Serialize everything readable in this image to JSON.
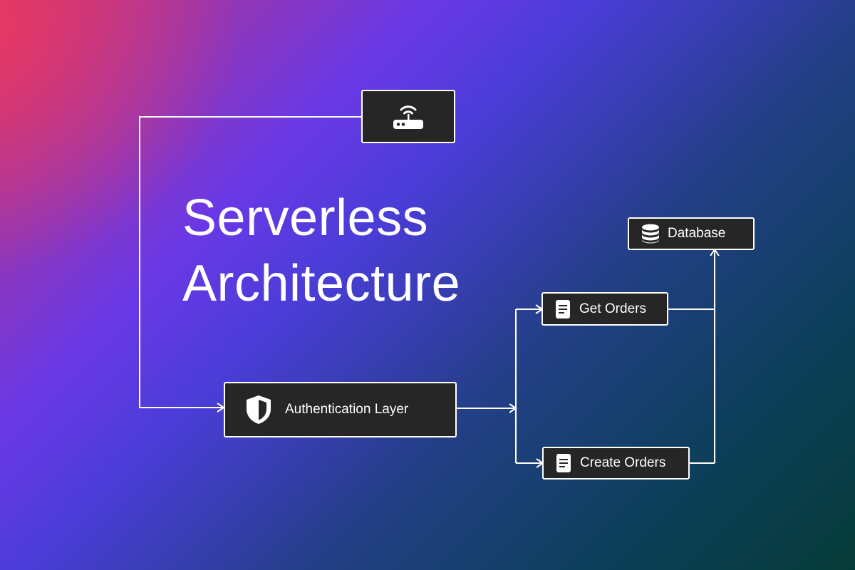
{
  "diagram": {
    "title_line_1": "Serverless",
    "title_line_2": "Architecture",
    "nodes": {
      "router": {
        "label": "",
        "icon": "router-icon"
      },
      "auth": {
        "label": "Authentication Layer",
        "icon": "shield-icon"
      },
      "get_orders": {
        "label": "Get Orders",
        "icon": "document-icon"
      },
      "create_orders": {
        "label": "Create Orders",
        "icon": "document-icon"
      },
      "database": {
        "label": "Database",
        "icon": "database-icon"
      }
    },
    "edges": [
      {
        "from": "router",
        "to": "auth"
      },
      {
        "from": "auth",
        "to": "get_orders"
      },
      {
        "from": "auth",
        "to": "create_orders"
      },
      {
        "from": "get_orders",
        "to": "database"
      },
      {
        "from": "create_orders",
        "to": "database"
      }
    ]
  },
  "colors": {
    "node_fill": "#262626",
    "node_border": "#ffffff",
    "connector": "#ffffff",
    "gradient_stops": [
      "#e8365f",
      "#6a38e6",
      "#233f86",
      "#053b37"
    ]
  }
}
